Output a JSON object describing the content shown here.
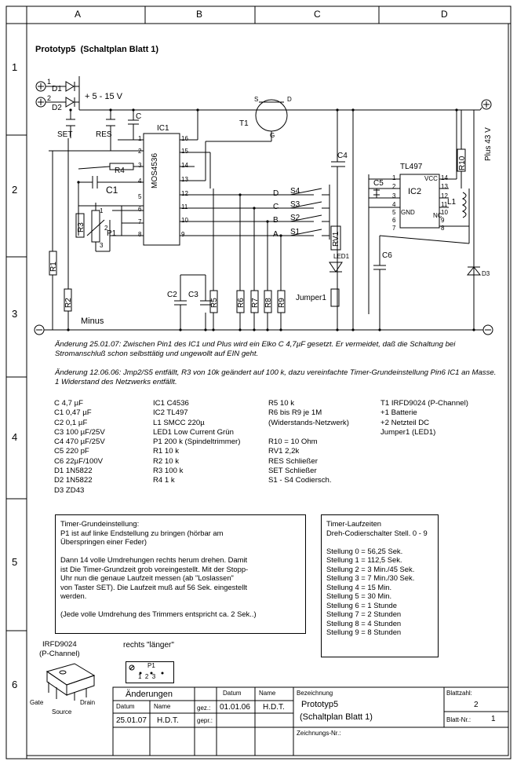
{
  "grid": {
    "cols": [
      "A",
      "B",
      "C",
      "D"
    ],
    "rows": [
      "1",
      "2",
      "3",
      "4",
      "5",
      "6"
    ]
  },
  "title": "Prototyp5  (Schaltplan Blatt 1)",
  "schematic": {
    "supply_label": "+ 5 - 15 V",
    "plus43": "Plus 43 V",
    "minus": "Minus",
    "plus_pins": [
      "1",
      "2"
    ],
    "labels": {
      "D1": "D1",
      "D2": "D2",
      "C": "C",
      "SET": "SET",
      "RES": "RES",
      "IC1": "IC1",
      "MOS": "MOS4536",
      "R4": "R4",
      "C1": "C1",
      "R3": "R3",
      "P1": "P1",
      "T1": "T1",
      "S": "S",
      "D": "D",
      "G": "G",
      "C4": "C4",
      "C2": "C2",
      "C3": "C3",
      "R5": "R5",
      "R6": "R6",
      "R7": "R7",
      "R8": "R8",
      "R9": "R9",
      "S4": "S4",
      "S3": "S3",
      "S2": "S2",
      "S1": "S1",
      "RV1": "RV1",
      "LED1": "LED1",
      "Jumper1": "Jumper1",
      "TL497": "TL497",
      "IC2": "IC2",
      "C5": "C5",
      "R10": "R10",
      "L1": "L1",
      "C6": "C6",
      "D3": "D3",
      "R1": "R1",
      "R2": "R2",
      "VCC": "VCC",
      "GND": "GND",
      "NC": "NC"
    },
    "bus_letters": [
      "D",
      "C",
      "B",
      "A"
    ],
    "ic1_left_pins": [
      "1",
      "2",
      "3",
      "4",
      "5",
      "6",
      "7",
      "8"
    ],
    "ic1_right_pins": [
      "16",
      "15",
      "14",
      "13",
      "12",
      "11",
      "10",
      "9"
    ],
    "p1_pins": [
      "1",
      "2",
      "3"
    ],
    "ic2_left_pins": [
      "1",
      "2",
      "3",
      "4",
      "5",
      "6",
      "7"
    ],
    "ic2_right_pins": [
      "14",
      "13",
      "12",
      "11",
      "10",
      "9",
      "8"
    ]
  },
  "notes": [
    "Änderung 25.01.07: Zwischen Pin1 des IC1 und Plus wird ein Elko C 4,7µF gesetzt. Er vermeidet, daß die Schaltung bei Stromanschluß schon selbsttätig und ungewollt auf EIN geht.",
    "Änderung 12.06.06: Jmp2/S5 entfällt,  R3 von 10k geändert auf 100 k, dazu vereinfachte Timer-Grundeinstellung Pin6 IC1 an Masse. 1 Widerstand des Netzwerks entfällt."
  ],
  "parts": {
    "col1": "C   4,7 µF\nC1  0,47 µF\nC2  0,1 µF\nC3  100 µF/25V\nC4  470 µF/25V\nC5  220 pF\nC6  22µF/100V\nD1  1N5822\nD2  1N5822\nD3  ZD43",
    "col2": "IC1  C4536\nIC2  TL497\nL1   SMCC 220µ\nLED1  Low Current Grün\nP1  200 k (Spindeltrimmer)\nR1  10 k\nR2  10 k\nR3  100 k\nR4  1 k",
    "col3": "R5  10 k\nR6  bis R9 je 1M\n(Widerstands-Netzwerk)\n\nR10 = 10 Ohm\nRV1  2,2k\nRES  Schließer\nSET  Schließer\nS1 - S4 Codiersch.",
    "col4": "T1   IRFD9024 (P-Channel)\n+1 Batterie\n+2 Netzteil DC\nJumper1  (LED1)"
  },
  "timer_box": "Timer-Grundeinstellung:\nP1 ist auf linke Endstellung zu bringen (hörbar am\nÜberspringen einer Feder)\n\nDann 14 volle Umdrehungen rechts herum drehen. Damit\nist Die Timer-Grundzeit grob voreingestellt. Mit der Stopp-\nUhr nun die genaue Laufzeit messen (ab \"Loslassen\"\nvon Taster SET). Die Laufzeit muß auf 56 Sek. eingestellt\nwerden.\n\n(Jede volle Umdrehung des Trimmers entspricht ca. 2 Sek..)",
  "laufzeiten": "Timer-Laufzeiten\nDreh-Codierschalter Stell. 0 - 9\n\nStellung 0 = 56,25 Sek.\nStellung 1 = 112,5 Sek.\nStellung 2 = 3 Min./45 Sek.\nStellung 3 = 7 Min./30 Sek.\nStellung 4 = 15 Min.\nStellung 5 = 30 Min.\nStellung 6 = 1 Stunde\nStellung 7 = 2 Stunden\nStellung 8 = 4 Stunden\nStellung 9 = 8 Stunden",
  "package": {
    "title": "IRFD9024\n(P-Channel)",
    "gate": "Gate",
    "drain": "Drain",
    "source": "Source",
    "rechts": "rechts \"länger\"",
    "p1": "P1",
    "pins": "1  2  3"
  },
  "titleblock": {
    "aenderungen": "Änderungen",
    "datum": "Datum",
    "name": "Name",
    "row_date": "25.01.07",
    "row_name": "H.D.T.",
    "gez": "gez.:",
    "gepr": "gepr.:",
    "gez_date": "01.01.06",
    "gez_name": "H.D.T.",
    "bezeichnung": "Bezeichnung",
    "bez1": "Prototyp5",
    "bez2": "(Schaltplan Blatt 1)",
    "zeichnr": "Zeichnungs-Nr.:",
    "blattzahl": "Blattzahl:",
    "blattzahl_val": "2",
    "blattnr": "Blatt-Nr.:",
    "blattnr_val": "1"
  }
}
